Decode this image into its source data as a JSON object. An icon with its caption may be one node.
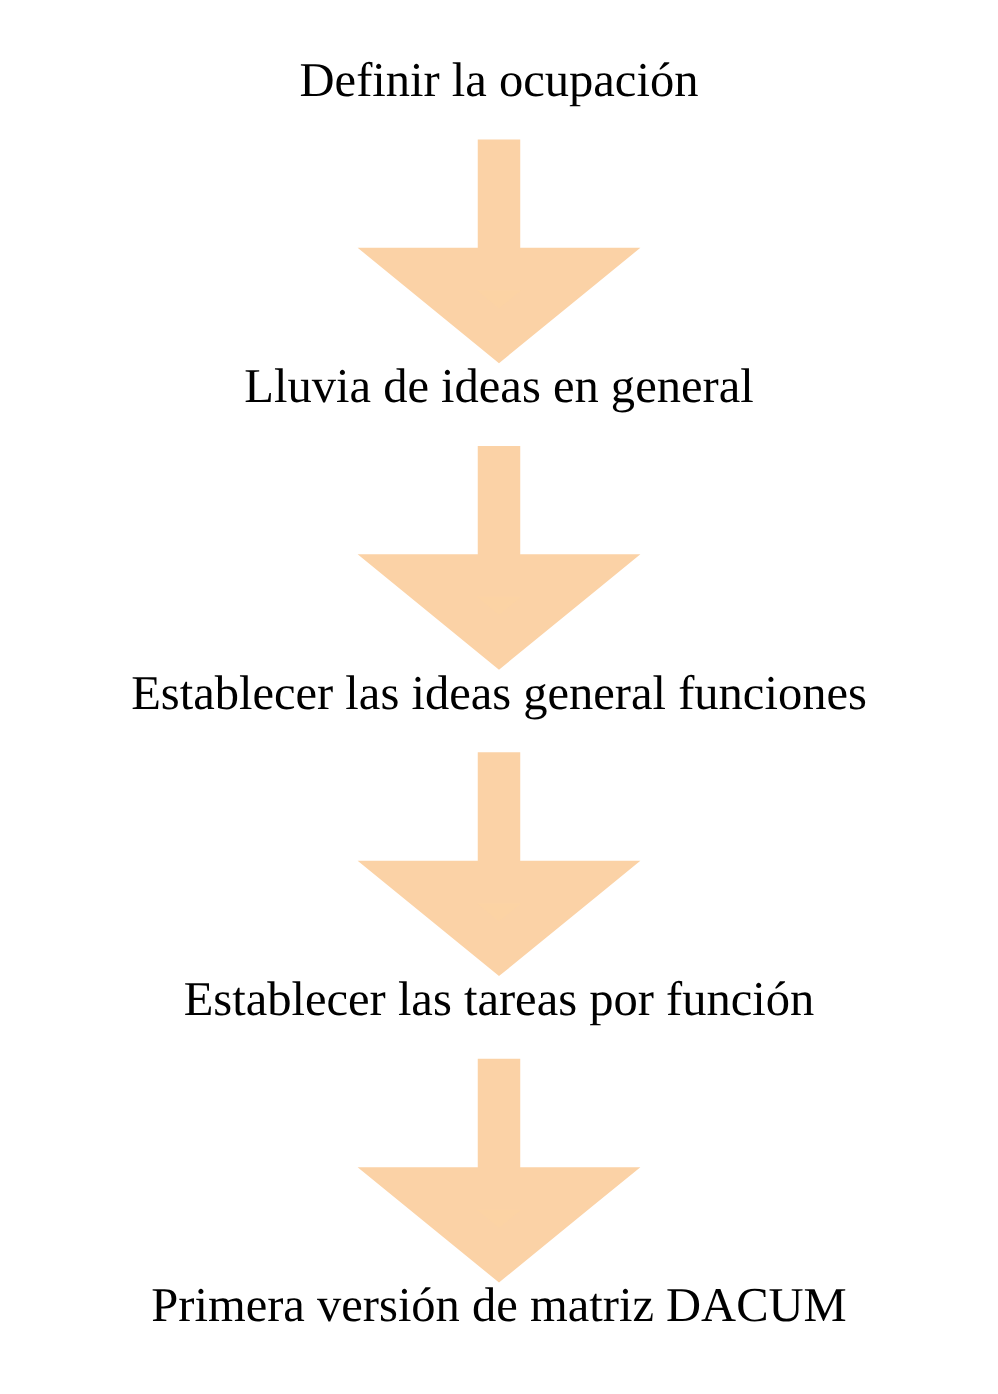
{
  "diagram": {
    "nodes": [
      {
        "text": [
          "Definir la ocupación"
        ]
      },
      {
        "text": [
          "Lluvia de ideas en general"
        ]
      },
      {
        "text": [
          "Establecer las ideas general funciones"
        ]
      },
      {
        "text": [
          "Establecer las tareas por función"
        ]
      },
      {
        "text": [
          "Primera versión de matriz DACUM"
        ]
      }
    ],
    "edges": [
      {
        "from": 0,
        "to": 1,
        "arrow": "to"
      },
      {
        "from": 1,
        "to": 2,
        "arrow": "to"
      },
      {
        "from": 2,
        "to": 3,
        "arrow": "to"
      },
      {
        "from": 3,
        "to": 4,
        "arrow": "to"
      }
    ]
  }
}
